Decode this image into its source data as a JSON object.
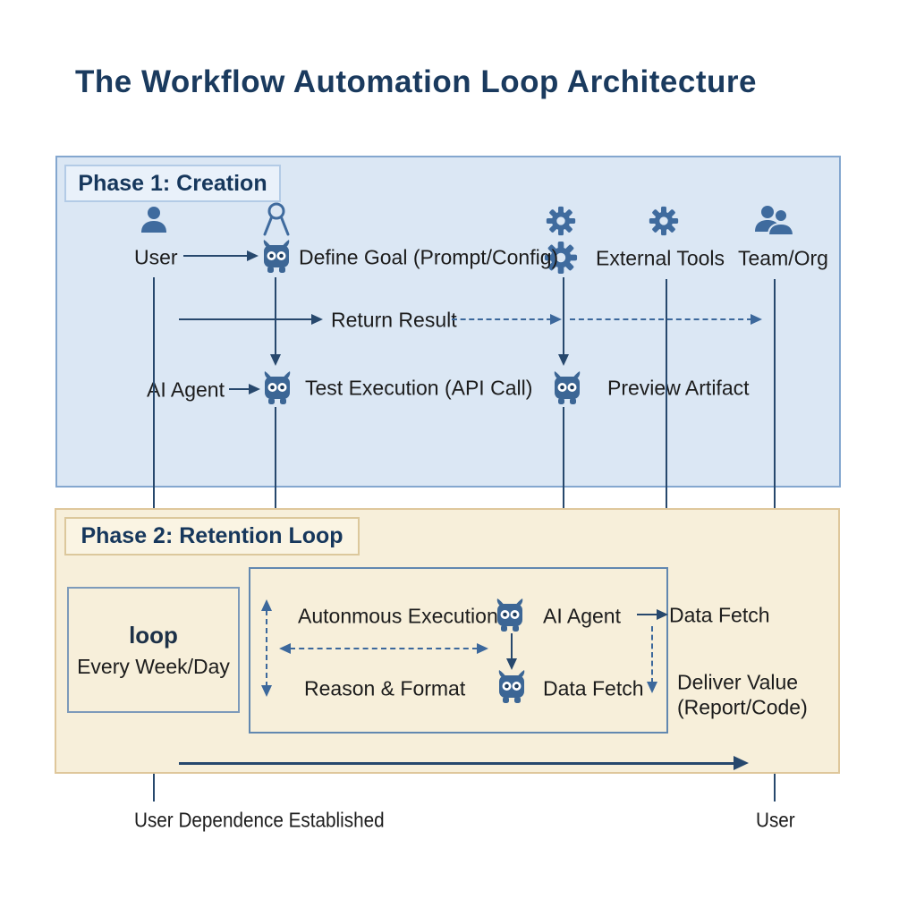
{
  "title": "The Workflow Automation Loop Architecture",
  "phase1": {
    "label": "Phase 1: Creation",
    "nodes": {
      "user": "User",
      "define_goal": "Define Goal (Prompt/Config)",
      "external_tools": "External Tools",
      "team_org": "Team/Org",
      "return_result": "Return Result",
      "ai_agent": "AI Agent",
      "test_execution": "Test Execution (API Call)",
      "preview_artifact": "Preview Artifact"
    }
  },
  "phase2": {
    "label": "Phase 2: Retention Loop",
    "loop_box": {
      "title": "loop",
      "subtitle": "Every Week/Day"
    },
    "inner": {
      "autonomous_execution": "Autonmous Execution",
      "reason_format": "Reason & Format",
      "ai_agent": "AI Agent",
      "data_fetch_top": "Data Fetch",
      "data_fetch_bottom": "Data Fetch"
    },
    "deliver_value_line1": "Deliver Value",
    "deliver_value_line2": "(Report/Code)"
  },
  "footer": {
    "left": "User Dependence Established",
    "right": "User"
  },
  "icons": [
    "person-icon",
    "person-outline-icon",
    "gear-icon",
    "people-icon",
    "robot-icon"
  ],
  "colors": {
    "title-navy": "#1a3a5e",
    "steel": "#3f6b9e",
    "line": "#27486d",
    "text": "#1c1c1c",
    "phase1-bg": "#dbe7f4",
    "phase1-border": "#84a7cf",
    "phase1-label-bg": "#e9f1fa",
    "phase1-label-border": "#b3cbe6",
    "phase2-bg": "#f7efda",
    "phase2-border": "#dfc79b",
    "phase2-label-bg": "#faf4e3",
    "phase2-label-border": "#dcc89c",
    "inner-border": "#6288b0",
    "loop-border": "#7d9aba",
    "robot": "#3c6695",
    "dashed": "#3c689c"
  }
}
